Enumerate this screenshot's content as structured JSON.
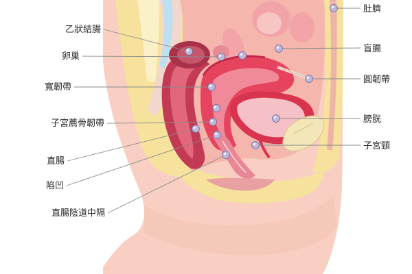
{
  "labels": {
    "sigmoid_colon": "乙狀結腸",
    "ovary": "卵巢",
    "broad_ligament": "寬韌帶",
    "uterosacral_ligament": "子宮薦骨韌帶",
    "rectum": "直腸",
    "pouch": "陷凹",
    "rectovaginal_septum": "直腸陰道中隔",
    "navel": "肚臍",
    "cecum": "盲腸",
    "round_ligament": "圓韌帶",
    "bladder": "膀胱",
    "cervix": "子宮頸"
  },
  "colors": {
    "skin": "#f8cfc2",
    "skin_shade": "#f1b9a9",
    "fat": "#f6e29c",
    "muscle": "#e9a0a0",
    "organ_red": "#e6445e",
    "organ_dark": "#c3264a",
    "rectum_dark": "#a8324a",
    "bladder": "#f5c0c6",
    "pin": "#bdb7d9",
    "leader_line": "#8a8a8a",
    "text": "#2a2a2a"
  }
}
